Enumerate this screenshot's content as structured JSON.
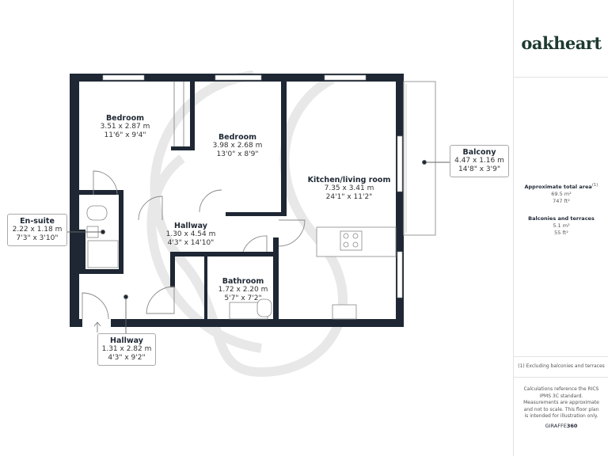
{
  "brand": {
    "logo": "oakheart",
    "color": "#1d3a30"
  },
  "rooms": [
    {
      "name": "Bedroom",
      "metric": "3.51 x 2.87 m",
      "imperial": "11'6\" x 9'4\""
    },
    {
      "name": "Bedroom",
      "metric": "3.98 x 2.68 m",
      "imperial": "13'0\" x 8'9\""
    },
    {
      "name": "Kitchen/living room",
      "metric": "7.35 x 3.41 m",
      "imperial": "24'1\" x 11'2\""
    },
    {
      "name": "Hallway",
      "metric": "1.30 x 4.54 m",
      "imperial": "4'3\" x 14'10\""
    },
    {
      "name": "Bathroom",
      "metric": "1.72 x 2.20 m",
      "imperial": "5'7\" x 7'2\""
    },
    {
      "name": "En-suite",
      "metric": "2.22 x 1.18 m",
      "imperial": "7'3\" x 3'10\""
    },
    {
      "name": "Hallway",
      "metric": "1.31 x 2.82 m",
      "imperial": "4'3\" x 9'2\""
    },
    {
      "name": "Balcony",
      "metric": "4.47 x 1.16 m",
      "imperial": "14'8\" x 3'9\""
    }
  ],
  "summary": {
    "total_label": "Approximate total area",
    "total_note": "(1)",
    "total_m2": "69.5 m²",
    "total_ft2": "747 ft²",
    "balconies_label": "Balconies and terraces",
    "balconies_m2": "5.1 m²",
    "balconies_ft2": "55 ft²",
    "footnote": "(1) Excluding balconies and terraces",
    "disclaimer": "Calculations reference the RICS IPMS 3C standard. Measurements are approximate and not to scale. This floor plan is intended for illustration only.",
    "credit_a": "GIRAFFE",
    "credit_b": "360"
  },
  "colors": {
    "wall": "#1e2733",
    "watermark": "#e6e6e6"
  }
}
